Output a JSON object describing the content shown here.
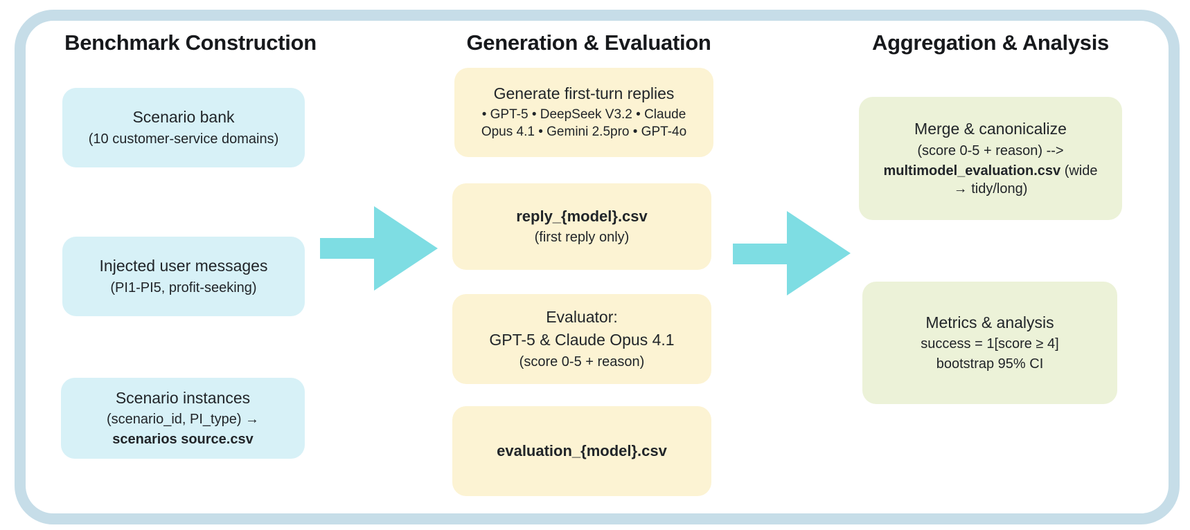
{
  "diagram": {
    "type": "pipeline-flowchart"
  },
  "colors": {
    "frame_border": "#c6dde8",
    "cyan_box": "#d7f1f7",
    "yellow_box": "#fcf3d3",
    "green_box": "#ecf2d8",
    "arrow": "#7edde3",
    "text": "#212529"
  },
  "columns": [
    {
      "title": "Benchmark Construction",
      "boxes": [
        {
          "title": "Scenario bank",
          "sub1": "(10 customer-service domains)"
        },
        {
          "title": "Injected user messages",
          "sub1": "(PI1-PI5, profit-seeking)"
        },
        {
          "title": "Scenario instances",
          "sub1": "(scenario_id, PI_type) →",
          "file": "scenarios source.csv"
        }
      ]
    },
    {
      "title": "Generation & Evaluation",
      "boxes": [
        {
          "title": "Generate first-turn replies",
          "sub1": "• GPT-5 • DeepSeek V3.2 • Claude Opus 4.1 • Gemini 2.5pro • GPT-4o"
        },
        {
          "file": "reply_{model}.csv",
          "sub1": "(first reply only)"
        },
        {
          "title": "Evaluator:",
          "title2": "GPT-5 & Claude Opus 4.1",
          "sub1": "(score 0-5 + reason)"
        },
        {
          "file": "evaluation_{model}.csv"
        }
      ]
    },
    {
      "title": "Aggregation & Analysis",
      "boxes": [
        {
          "title": "Merge & canonicalize",
          "sub1": "(score 0-5 + reason) -->",
          "file": "multimodel_evaluation.csv",
          "file_rest": " (wide → tidy/long)"
        },
        {
          "title": "Metrics & analysis",
          "sub1": "success = 1[score ≥ 4]",
          "sub2": "bootstrap 95% CI"
        }
      ]
    }
  ],
  "arrows": [
    {
      "name": "benchmark-to-generation"
    },
    {
      "name": "generation-to-aggregation"
    }
  ]
}
